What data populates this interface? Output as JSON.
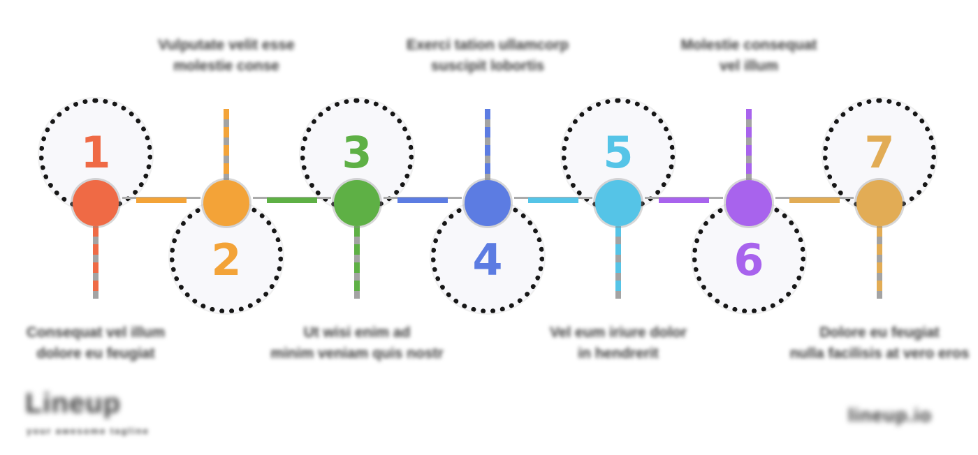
{
  "note": "Source screenshot is an infographic template whose label/branding text is blurred and illegible; label strings below are visual placeholders matching the blurred block sizes only.",
  "canvas": {
    "background": "#FFFFFF",
    "ring_color": "#161616",
    "circle_fill": "#F8F8FB",
    "label_color": "#3C3C3C"
  },
  "steps": [
    {
      "number": "1",
      "color": "#EF6A45",
      "label_position": "bottom",
      "label_lines": [
        "Consequat vel illum",
        "dolore eu feugiat"
      ]
    },
    {
      "number": "2",
      "color": "#F3A338",
      "label_position": "top",
      "label_lines": [
        "Vulputate velit esse",
        "molestie conse"
      ]
    },
    {
      "number": "3",
      "color": "#5EB045",
      "label_position": "bottom",
      "label_lines": [
        "Ut wisi enim ad",
        "minim veniam quis nostr"
      ]
    },
    {
      "number": "4",
      "color": "#5C7CE2",
      "label_position": "top",
      "label_lines": [
        "Exerci tation ullamcorp",
        "suscipit lobortis"
      ]
    },
    {
      "number": "5",
      "color": "#55C4E7",
      "label_position": "bottom",
      "label_lines": [
        "Vel eum iriure dolor",
        "in hendrerit"
      ]
    },
    {
      "number": "6",
      "color": "#A863ED",
      "label_position": "top",
      "label_lines": [
        "Molestie consequat",
        "vel illum"
      ]
    },
    {
      "number": "7",
      "color": "#E2AC55",
      "label_position": "bottom",
      "label_lines": [
        "Dolore eu feugiat",
        "nulla facilisis at vero eros"
      ]
    }
  ],
  "footer": {
    "logo_text": "Lineup",
    "logo_tagline": "your awesome tagline",
    "right_text": "lineup.io"
  }
}
